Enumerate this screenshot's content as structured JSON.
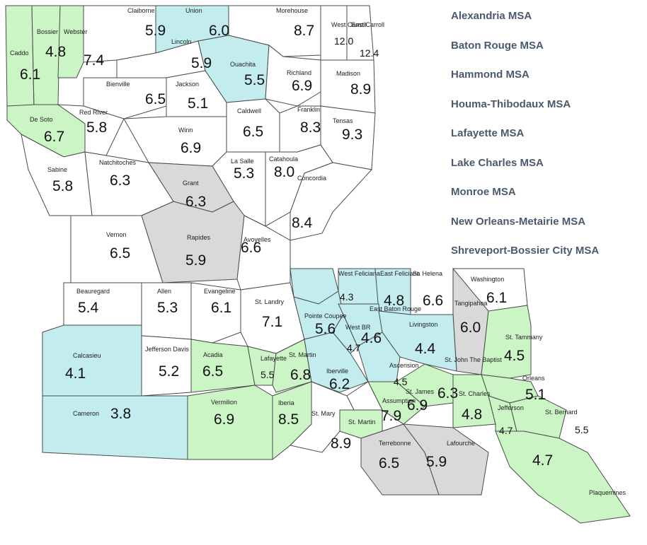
{
  "colors": {
    "green": "#ccf5c6",
    "blue": "#c3ecef",
    "gray": "#d9d9d9",
    "white": "#ffffff",
    "legend_text": "#4a5a6e"
  },
  "legend": [
    "Alexandria MSA",
    "Baton Rouge MSA",
    "Hammond MSA",
    "Houma-Thibodaux MSA",
    "Lafayette MSA",
    "Lake Charles MSA",
    "Monroe MSA",
    "New Orleans-Metairie MSA",
    "Shreveport-Bossier City MSA"
  ],
  "parishes": [
    {
      "name": "Caddo",
      "value": "6.1",
      "fill": "green"
    },
    {
      "name": "Bossier",
      "value": "4.8",
      "fill": "green"
    },
    {
      "name": "Webster",
      "value": "7.4",
      "fill": "green"
    },
    {
      "name": "Claiborne",
      "value": "5.9",
      "fill": "white"
    },
    {
      "name": "Union",
      "value": "6.0",
      "fill": "blue"
    },
    {
      "name": "Morehouse",
      "value": "8.7",
      "fill": "white"
    },
    {
      "name": "West Carroll",
      "value": "12.0",
      "fill": "white"
    },
    {
      "name": "East Carroll",
      "value": "12.4",
      "fill": "white"
    },
    {
      "name": "Lincoln",
      "value": "5.9",
      "fill": "white"
    },
    {
      "name": "Ouachita",
      "value": "5.5",
      "fill": "blue"
    },
    {
      "name": "Richland",
      "value": "6.9",
      "fill": "white"
    },
    {
      "name": "Madison",
      "value": "8.9",
      "fill": "white"
    },
    {
      "name": "Bienville",
      "value": "6.5",
      "fill": "white"
    },
    {
      "name": "Jackson",
      "value": "5.1",
      "fill": "white"
    },
    {
      "name": "De Soto",
      "value": "6.7",
      "fill": "green"
    },
    {
      "name": "Red River",
      "value": "5.8",
      "fill": "white"
    },
    {
      "name": "Caldwell",
      "value": "6.5",
      "fill": "white"
    },
    {
      "name": "Franklin",
      "value": "8.3",
      "fill": "white"
    },
    {
      "name": "Tensas",
      "value": "9.3",
      "fill": "white"
    },
    {
      "name": "Winn",
      "value": "6.9",
      "fill": "white"
    },
    {
      "name": "Sabine",
      "value": "5.8",
      "fill": "white"
    },
    {
      "name": "Natchitoches",
      "value": "6.3",
      "fill": "white"
    },
    {
      "name": "La Salle",
      "value": "5.3",
      "fill": "white"
    },
    {
      "name": "Catahoula",
      "value": "8.0",
      "fill": "white"
    },
    {
      "name": "Grant",
      "value": "6.3",
      "fill": "gray"
    },
    {
      "name": "Concordia",
      "value": "8.4",
      "fill": "white"
    },
    {
      "name": "Vernon",
      "value": "6.5",
      "fill": "white"
    },
    {
      "name": "Rapides",
      "value": "5.9",
      "fill": "gray"
    },
    {
      "name": "Avoyelles",
      "value": "6.6",
      "fill": "white"
    },
    {
      "name": "West Feliciana",
      "value": "4.3",
      "fill": "blue"
    },
    {
      "name": "East Feliciana",
      "value": "4.8",
      "fill": "blue"
    },
    {
      "name": "St. Helena",
      "value": "6.6",
      "fill": "blue"
    },
    {
      "name": "Washington",
      "value": "6.1",
      "fill": "white"
    },
    {
      "name": "Beauregard",
      "value": "5.4",
      "fill": "white"
    },
    {
      "name": "Allen",
      "value": "5.3",
      "fill": "white"
    },
    {
      "name": "Evangeline",
      "value": "6.1",
      "fill": "white"
    },
    {
      "name": "St. Landry",
      "value": "7.1",
      "fill": "white"
    },
    {
      "name": "Pointe Coupee",
      "value": "5.6",
      "fill": "blue"
    },
    {
      "name": "East Baton Rouge",
      "value": "4.6",
      "fill": "blue"
    },
    {
      "name": "West BR",
      "value": "4.7",
      "fill": "blue"
    },
    {
      "name": "Tangipahoa",
      "value": "6.0",
      "fill": "gray"
    },
    {
      "name": "Livingston",
      "value": "4.4",
      "fill": "blue"
    },
    {
      "name": "St. Tammany",
      "value": "4.5",
      "fill": "green"
    },
    {
      "name": "Calcasieu",
      "value": "4.1",
      "fill": "blue"
    },
    {
      "name": "Jefferson Davis",
      "value": "5.2",
      "fill": "white"
    },
    {
      "name": "Acadia",
      "value": "6.5",
      "fill": "green"
    },
    {
      "name": "Lafayette",
      "value": "5.5",
      "fill": "green"
    },
    {
      "name": "St. Martin",
      "value": "6.8",
      "fill": "green"
    },
    {
      "name": "Iberville",
      "value": "6.2",
      "fill": "blue"
    },
    {
      "name": "Ascension",
      "value": "4.5",
      "fill": "blue"
    },
    {
      "name": "St. John The Baptist",
      "value": "6.3",
      "fill": "green"
    },
    {
      "name": "St. James",
      "value": "6.9",
      "fill": "green"
    },
    {
      "name": "Orleans",
      "value": "5.1",
      "fill": "green"
    },
    {
      "name": "Cameron",
      "value": "3.8",
      "fill": "blue"
    },
    {
      "name": "Vermilion",
      "value": "6.9",
      "fill": "green"
    },
    {
      "name": "Iberia",
      "value": "8.5",
      "fill": "green"
    },
    {
      "name": "Assumption",
      "value": "7.9",
      "fill": "white"
    },
    {
      "name": "St. Charles",
      "value": "4.8",
      "fill": "green"
    },
    {
      "name": "Jefferson",
      "value": "4.7",
      "fill": "green"
    },
    {
      "name": "St. Bernard",
      "value": "5.5",
      "fill": "green"
    },
    {
      "name": "St. Mary",
      "value": "8.9",
      "fill": "white"
    },
    {
      "name": "St. Martin (south)",
      "label": "St. Martin",
      "value": "",
      "fill": "green"
    },
    {
      "name": "Terrebonne",
      "value": "6.5",
      "fill": "gray"
    },
    {
      "name": "Lafourche",
      "value": "5.9",
      "fill": "gray"
    },
    {
      "name": "Plaquemines",
      "value": "4.7",
      "fill": "green"
    }
  ]
}
